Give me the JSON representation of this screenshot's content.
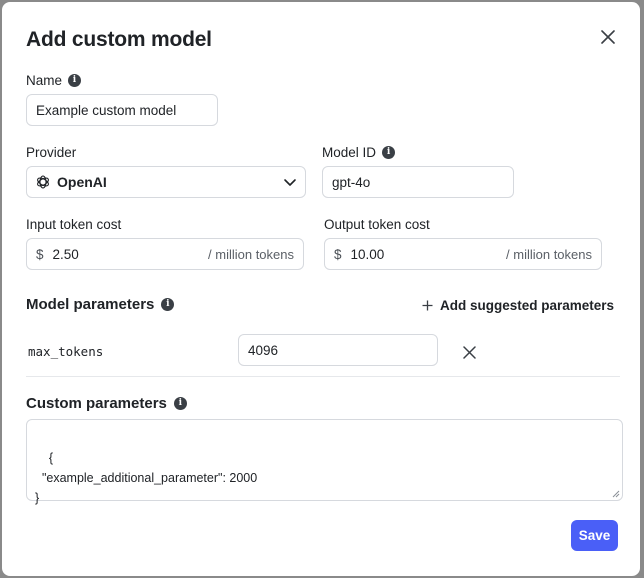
{
  "dialog": {
    "title": "Add custom model",
    "close_icon": "close-icon"
  },
  "fields": {
    "name": {
      "label": "Name",
      "info_icon": "info-icon",
      "value": "Example custom model"
    },
    "provider": {
      "label": "Provider",
      "value": "OpenAI",
      "logo_icon": "openai-logo-icon",
      "dropdown_icon": "chevron-down-icon"
    },
    "model_id": {
      "label": "Model ID",
      "info_icon": "info-icon",
      "value": "gpt-4o"
    },
    "input_token_cost": {
      "label": "Input token cost",
      "prefix": "$",
      "value": "2.50",
      "suffix": "/ million tokens"
    },
    "output_token_cost": {
      "label": "Output token cost",
      "prefix": "$",
      "value": "10.00",
      "suffix": "/ million tokens"
    }
  },
  "model_parameters": {
    "label": "Model parameters",
    "info_icon": "info-icon",
    "add_button_label": "Add suggested parameters",
    "add_icon": "plus-icon",
    "params": [
      {
        "name": "max_tokens",
        "value": "4096",
        "remove_icon": "close-icon"
      }
    ]
  },
  "custom_parameters": {
    "label": "Custom parameters",
    "info_icon": "info-icon",
    "value": "{\n  \"example_additional_parameter\": 2000\n}"
  },
  "actions": {
    "save_label": "Save"
  },
  "colors": {
    "primary": "#4a5ff7",
    "backdrop": "#8a8a8a",
    "border": "#d6d9de",
    "text": "#202327"
  }
}
